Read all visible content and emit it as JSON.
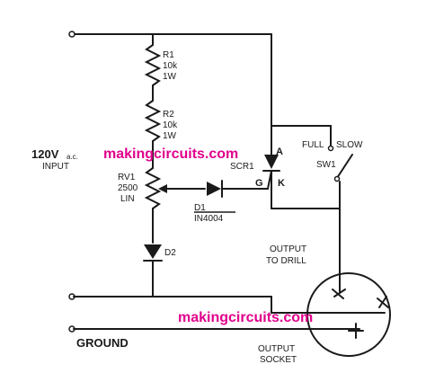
{
  "watermark": {
    "top": "makingcircuits.com",
    "bottom": "makingcircuits.com"
  },
  "input": {
    "voltage": "120V",
    "ac": "a.c.",
    "label": "INPUT"
  },
  "components": {
    "r1": {
      "name": "R1",
      "value": "10k",
      "power": "1W"
    },
    "r2": {
      "name": "R2",
      "value": "10k",
      "power": "1W"
    },
    "rv1": {
      "name": "RV1",
      "value": "2500",
      "taper": "LIN"
    },
    "d1": {
      "name": "D1",
      "part": "IN4004"
    },
    "d2": {
      "name": "D2"
    },
    "scr1": {
      "name": "SCR1",
      "anode": "A",
      "gate": "G",
      "cathode": "K"
    },
    "sw1": {
      "name": "SW1",
      "full": "FULL",
      "slow": "SLOW"
    }
  },
  "output": {
    "drill_line1": "OUTPUT",
    "drill_line2": "TO DRILL",
    "socket_line1": "OUTPUT",
    "socket_line2": "SOCKET"
  },
  "ground": {
    "label": "GROUND"
  }
}
